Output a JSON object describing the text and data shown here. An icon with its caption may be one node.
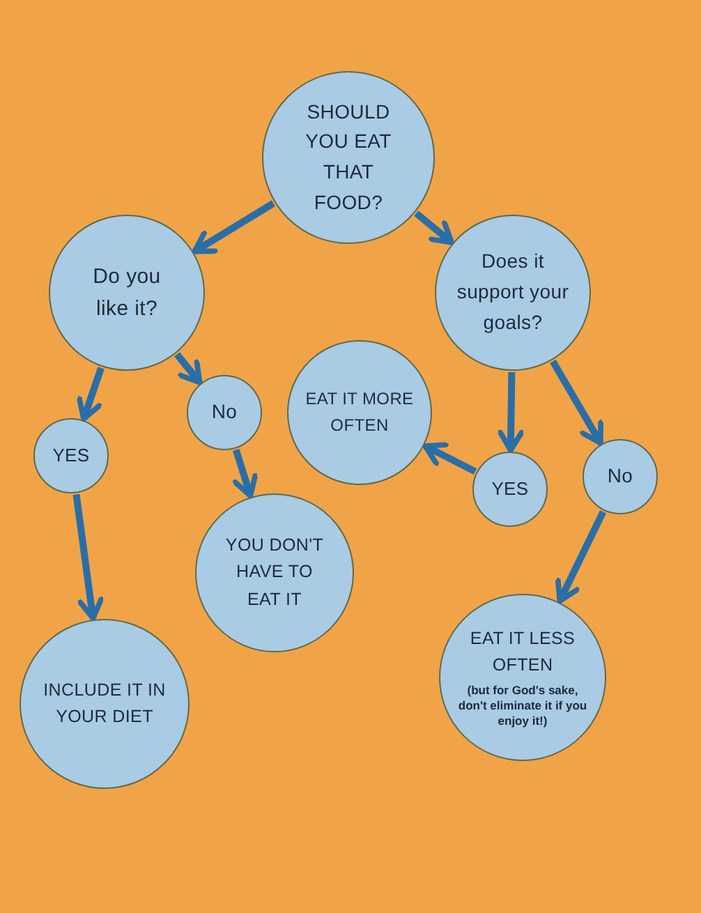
{
  "diagram": {
    "nodes": [
      {
        "text": [
          "SHOULD YOU EAT THAT FOOD?"
        ]
      },
      {
        "text": [
          "Do you like it?"
        ]
      },
      {
        "text": [
          "Does it support your goals?"
        ]
      },
      {
        "text": [
          "YES"
        ]
      },
      {
        "text": [
          "No"
        ]
      },
      {
        "text": [
          "EAT IT MORE OFTEN"
        ]
      },
      {
        "text": [
          "YES"
        ]
      },
      {
        "text": [
          "No"
        ]
      },
      {
        "text": [
          "YOU DON'T HAVE TO EAT IT"
        ]
      },
      {
        "text": [
          "INCLUDE IT IN YOUR DIET"
        ]
      },
      {
        "text": [
          "EAT IT LESS OFTEN",
          "(but for God's sake, don't eliminate it if you enjoy it!)"
        ]
      }
    ],
    "edges": [
      {
        "from": 0,
        "to": 1,
        "arrow": "to"
      },
      {
        "from": 0,
        "to": 2,
        "arrow": "to"
      },
      {
        "from": 1,
        "to": 3,
        "arrow": "to"
      },
      {
        "from": 1,
        "to": 4,
        "arrow": "to"
      },
      {
        "from": 4,
        "to": 8,
        "arrow": "to"
      },
      {
        "from": 3,
        "to": 9,
        "arrow": "to"
      },
      {
        "from": 2,
        "to": 6,
        "arrow": "to"
      },
      {
        "from": 2,
        "to": 7,
        "arrow": "to"
      },
      {
        "from": 6,
        "to": 5,
        "arrow": "to"
      },
      {
        "from": 7,
        "to": 10,
        "arrow": "to"
      }
    ]
  }
}
